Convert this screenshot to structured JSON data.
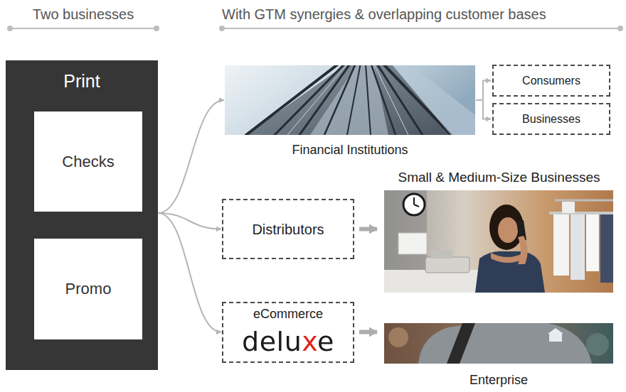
{
  "diagram": {
    "nodes": [
      {
        "text": [
          "Print"
        ]
      },
      {
        "text": [
          "Checks"
        ],
        "in": 0
      },
      {
        "text": [
          "Promo"
        ],
        "in": 0
      },
      {
        "text": [
          "Financial Institutions"
        ]
      },
      {
        "text": [
          "Consumers"
        ]
      },
      {
        "text": [
          "Businesses"
        ]
      },
      {
        "text": [
          "Distributors"
        ]
      },
      {
        "text": [
          "Small & Medium-Size Businesses"
        ]
      },
      {
        "text": [
          "eCommerce",
          "deluxe"
        ]
      },
      {
        "text": [
          "Enterprise"
        ]
      }
    ],
    "edges": [
      {
        "from": 0,
        "to": 3,
        "arrow": "to"
      },
      {
        "from": 0,
        "to": 6,
        "arrow": "to"
      },
      {
        "from": 0,
        "to": 8,
        "arrow": "to"
      },
      {
        "from": 3,
        "to": 4,
        "arrow": "to"
      },
      {
        "from": 3,
        "to": 5,
        "arrow": "to"
      },
      {
        "from": 6,
        "to": 7,
        "arrow": "to"
      },
      {
        "from": 8,
        "to": 9,
        "arrow": "to"
      }
    ],
    "labels": [
      "Two businesses",
      "With GTM synergies & overlapping customer bases"
    ]
  }
}
